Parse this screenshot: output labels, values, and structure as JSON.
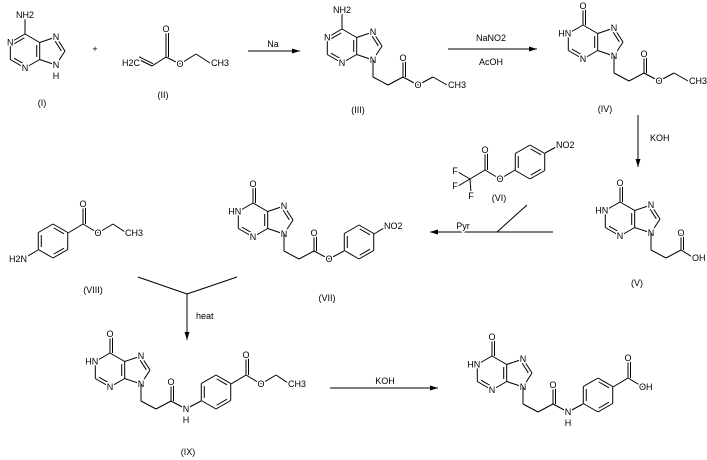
{
  "reagents": {
    "plus": "+",
    "na": "Na",
    "nano2": "NaNO2",
    "acoh": "AcOH",
    "koh_1": "KOH",
    "pyr": "Pyr",
    "heat": "heat",
    "koh_2": "KOH"
  },
  "compounds": {
    "I": {
      "label": "(I)",
      "atoms": [
        "NH2",
        "N",
        "N",
        "N",
        "N",
        "H"
      ]
    },
    "II": {
      "label": "(II)",
      "atoms": [
        "H2C",
        "O",
        "O",
        "CH3"
      ]
    },
    "III": {
      "label": "(III)",
      "atoms": [
        "NH2",
        "N",
        "N",
        "N",
        "N",
        "O",
        "O",
        "CH3"
      ]
    },
    "IV": {
      "label": "(IV)",
      "atoms": [
        "O",
        "HN",
        "N",
        "N",
        "N",
        "O",
        "O",
        "CH3"
      ]
    },
    "V": {
      "label": "(V)",
      "atoms": [
        "O",
        "HN",
        "N",
        "N",
        "N",
        "O",
        "OH"
      ]
    },
    "VI": {
      "label": "(VI)",
      "atoms": [
        "F",
        "F",
        "F",
        "O",
        "O",
        "NO2"
      ]
    },
    "VII": {
      "label": "(VII)",
      "atoms": [
        "O",
        "HN",
        "N",
        "N",
        "N",
        "O",
        "O",
        "NO2"
      ]
    },
    "VIII": {
      "label": "(VIII)",
      "atoms": [
        "H2N",
        "O",
        "O",
        "CH3"
      ]
    },
    "IX": {
      "label": "(IX)",
      "atoms": [
        "O",
        "HN",
        "N",
        "N",
        "N",
        "O",
        "N",
        "H",
        "O",
        "O",
        "CH3"
      ]
    },
    "X": {
      "atoms": [
        "O",
        "HN",
        "N",
        "N",
        "N",
        "O",
        "N",
        "H",
        "O",
        "OH"
      ]
    }
  }
}
